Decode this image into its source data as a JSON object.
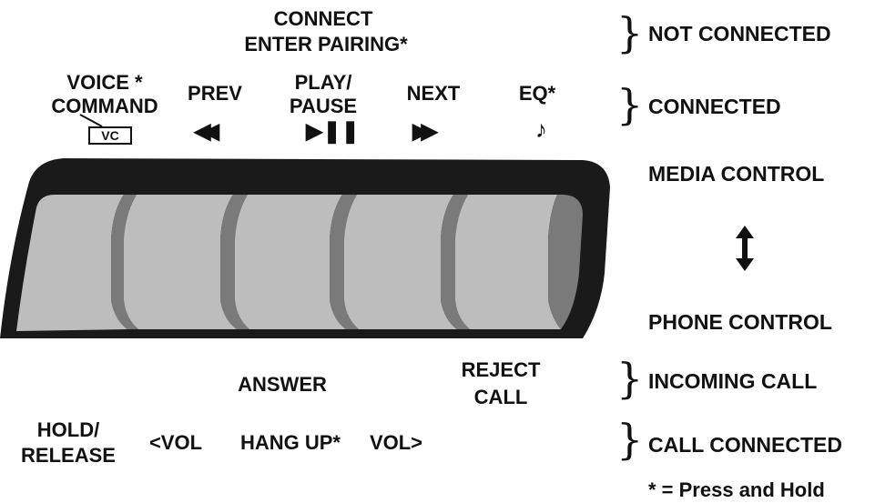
{
  "top": {
    "connect": "CONNECT",
    "enter_pairing": "ENTER PAIRING*"
  },
  "buttons_top": {
    "voice_line1": "VOICE *",
    "voice_line2": "COMMAND",
    "vc": "VC",
    "prev": "PREV",
    "play_line1": "PLAY/",
    "play_line2": "PAUSE",
    "next": "NEXT",
    "eq": "EQ*"
  },
  "right": {
    "not_connected": "NOT CONNECTED",
    "connected": "CONNECTED",
    "media_control": "MEDIA CONTROL",
    "phone_control": "PHONE CONTROL",
    "incoming_call": "INCOMING CALL",
    "call_connected": "CALL CONNECTED",
    "footnote": "* = Press and Hold"
  },
  "buttons_bottom": {
    "answer": "ANSWER",
    "reject_line1": "REJECT",
    "reject_line2": "CALL",
    "hold_line1": "HOLD/",
    "hold_line2": "RELEASE",
    "vol_down": "<VOL",
    "hang_up": "HANG UP*",
    "vol_up": "VOL>"
  },
  "icons": {
    "prev": "rewind-icon",
    "play": "play-pause-icon",
    "next": "fast-forward-icon",
    "eq": "music-note-icon",
    "arrow": "up-down-arrow-icon"
  }
}
